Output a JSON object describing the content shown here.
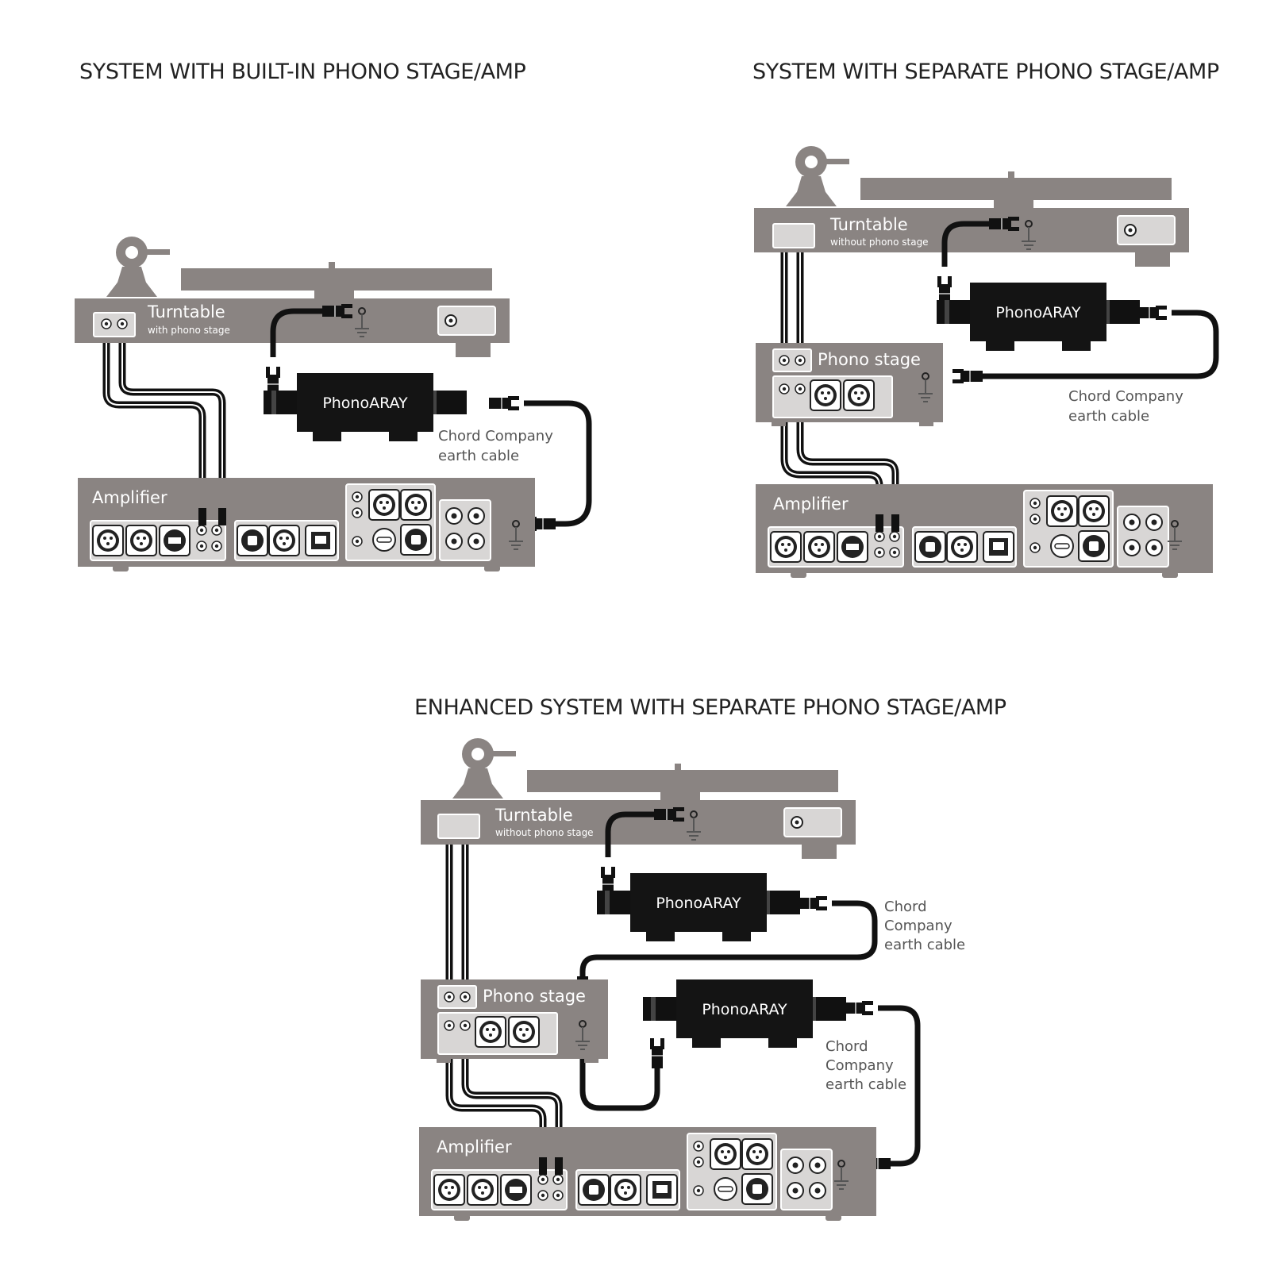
{
  "titles": {
    "top_left": "SYSTEM WITH BUILT-IN PHONO STAGE/AMP",
    "top_right": "SYSTEM WITH SEPARATE PHONO STAGE/AMP",
    "bottom": "ENHANCED SYSTEM WITH SEPARATE PHONO STAGE/AMP"
  },
  "labels": {
    "turntable": "Turntable",
    "with_phono": "with phono stage",
    "without_phono": "without phono stage",
    "amplifier": "Amplifier",
    "phono_stage": "Phono stage",
    "phonoaray": "PhonoARAY",
    "chord_company": "Chord Company",
    "chord": "Chord",
    "company": "Company",
    "earth_cable": "earth cable"
  },
  "colors": {
    "device_grey": "#8a8482",
    "panel_light": "#d8d6d5",
    "cable_black": "#1a1a1a",
    "box_black": "#141414"
  }
}
